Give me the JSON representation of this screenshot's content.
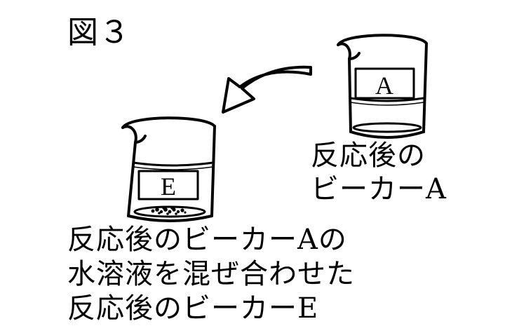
{
  "figure": {
    "title": "図３"
  },
  "beakers": {
    "a": {
      "tag": "A",
      "caption_lines": [
        "反応後の",
        "ビーカーA"
      ]
    },
    "e": {
      "tag": "E"
    }
  },
  "caption_e": {
    "lines": [
      "反応後のビーカーAの",
      "水溶液を混ぜ合わせた",
      "反応後のビーカーE"
    ]
  },
  "colors": {
    "ink": "#000000",
    "paper": "#ffffff"
  }
}
